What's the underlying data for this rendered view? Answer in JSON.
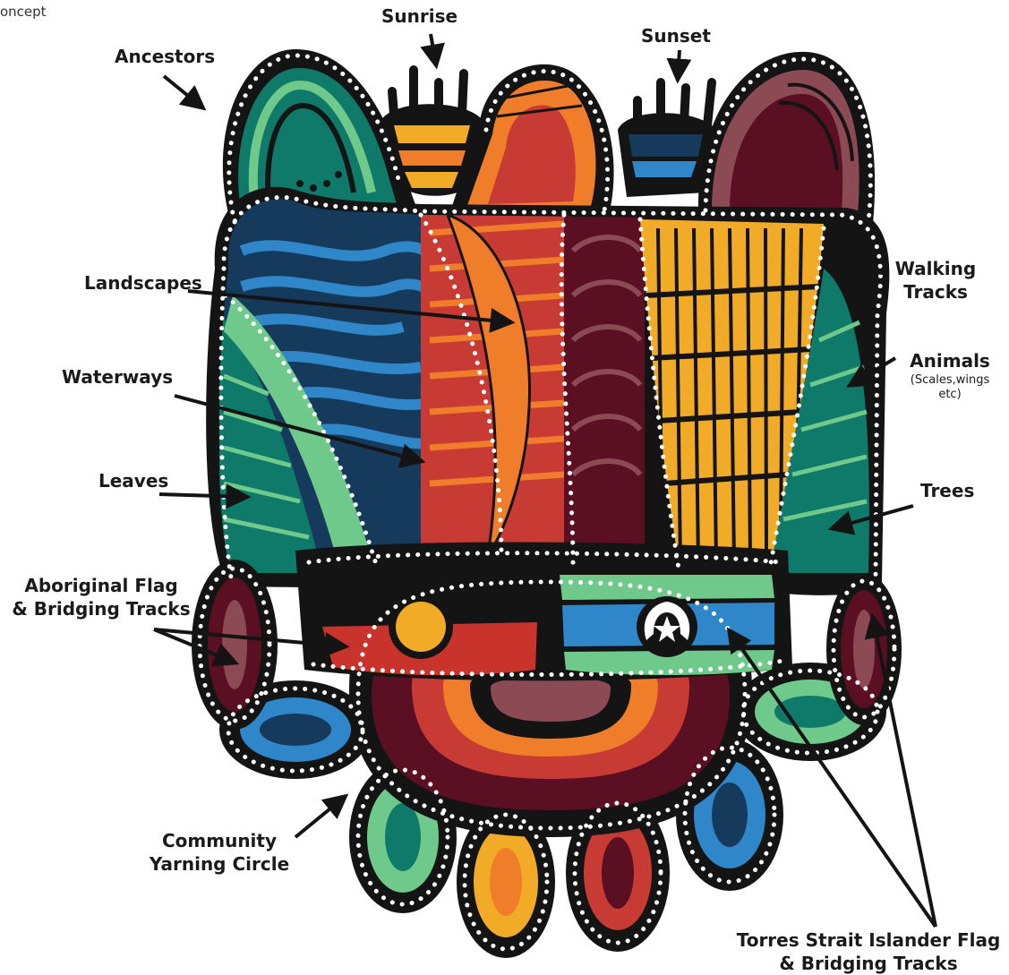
{
  "corner_text": "oncept",
  "labels": {
    "sunrise": "Sunrise",
    "sunset": "Sunset",
    "ancestors": "Ancestors",
    "landscapes": "Landscapes",
    "walking_tracks_1": "Walking",
    "walking_tracks_2": "Tracks",
    "waterways": "Waterways",
    "animals": "Animals",
    "animals_sub_1": "(Scales,wings",
    "animals_sub_2": "etc)",
    "leaves": "Leaves",
    "trees": "Trees",
    "aboriginal_flag_1": "Aboriginal Flag",
    "aboriginal_flag_2": "& Bridging Tracks",
    "community_1": "Community",
    "community_2": "Yarning Circle",
    "torres_1": "Torres Strait Islander Flag",
    "torres_2": "& Bridging Tracks"
  },
  "colors": {
    "outline": "#141414",
    "dots": "#ffffff",
    "teal": "#0f7a6a",
    "light_green": "#6fc98a",
    "blue": "#2f86c8",
    "navy": "#163a5c",
    "orange": "#f07d2a",
    "yellow": "#f2ab26",
    "red": "#c83b34",
    "maroon": "#5a0f22",
    "mauve": "#8c4a55",
    "flag_red": "#c8332b",
    "flag_black": "#141414",
    "flag_yellow": "#f2ab26"
  }
}
